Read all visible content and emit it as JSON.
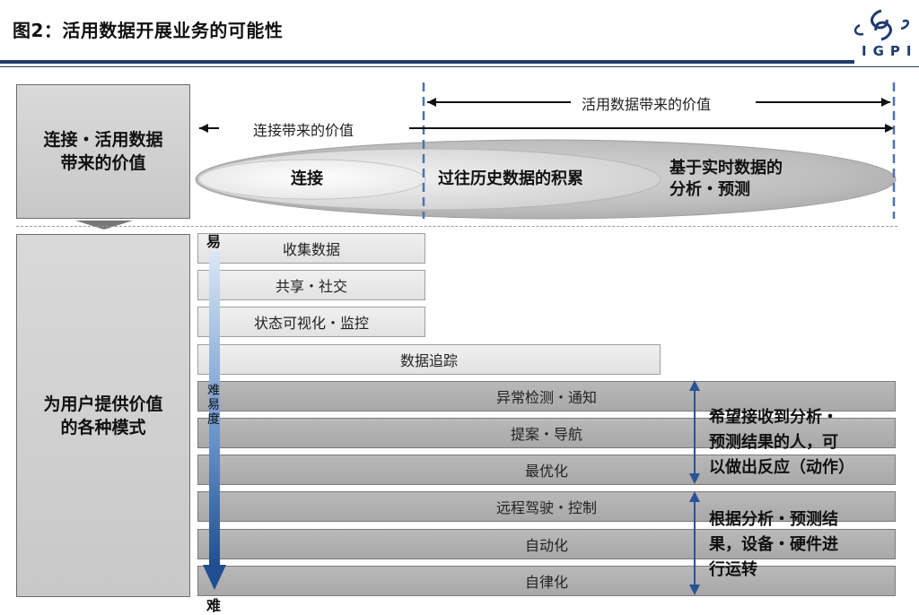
{
  "title": "图2：活用数据开展业务的可能性",
  "logo": {
    "text": "IGPI",
    "color": "#1f3b6d"
  },
  "colors": {
    "navy": "#1f3b6d",
    "dashed_blue": "#4a74b0"
  },
  "left_panels": {
    "top": "连接・活用数据\n带来的价值",
    "bottom": "为用户提供价值\n的各种模式"
  },
  "value_header": {
    "connection_value": "连接带来的价值",
    "data_value": "活用数据带来的价值"
  },
  "ellipses": {
    "connect": "连接",
    "history": "过往历史数据的积累",
    "realtime": "基于实时数据的\n分析・预测"
  },
  "difficulty_scale": {
    "easy": "易",
    "middle": "难易度",
    "hard": "难"
  },
  "rows": [
    {
      "label": "收集数据",
      "span": "short",
      "shade": "light"
    },
    {
      "label": "共享・社交",
      "span": "short",
      "shade": "light"
    },
    {
      "label": "状态可视化・监控",
      "span": "short",
      "shade": "light"
    },
    {
      "label": "数据追踪",
      "span": "medium",
      "shade": "light"
    },
    {
      "label": "异常检测・通知",
      "span": "full",
      "shade": "dark"
    },
    {
      "label": "提案・导航",
      "span": "full",
      "shade": "dark"
    },
    {
      "label": "最优化",
      "span": "full",
      "shade": "dark"
    },
    {
      "label": "远程驾驶・控制",
      "span": "full",
      "shade": "dark"
    },
    {
      "label": "自动化",
      "span": "full",
      "shade": "dark"
    },
    {
      "label": "自律化",
      "span": "full",
      "shade": "dark"
    }
  ],
  "annotations": {
    "react": "希望接收到分析・\n预测结果的人，可\n以做出反应（动作）",
    "control": "根据分析・预测结\n果，设备・硬件进\n行运转"
  }
}
